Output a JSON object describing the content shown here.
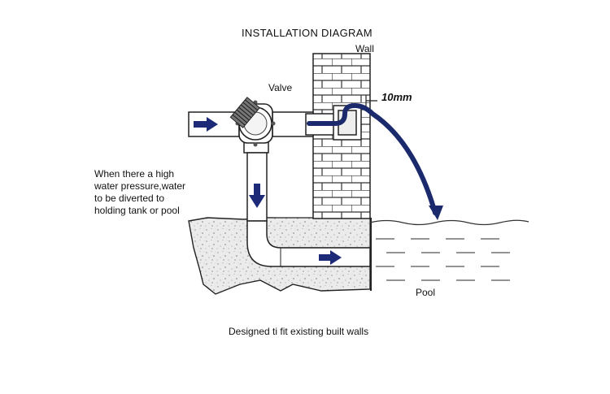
{
  "diagram": {
    "title": "INSTALLATION DIAGRAM",
    "labels": {
      "wall": "Wall",
      "valve": "Valve",
      "gap": "10mm",
      "pool": "Pool"
    },
    "note_lines": [
      "When there a high",
      "water pressure,water",
      "to be diverted to",
      "holding tank or pool"
    ],
    "caption": "Designed ti fit existing built walls"
  },
  "colors": {
    "flow_arrow": "#1c2a78",
    "hose": "#1a2a6c",
    "outline": "#222222",
    "ground_fill": "#e6e6e6"
  }
}
